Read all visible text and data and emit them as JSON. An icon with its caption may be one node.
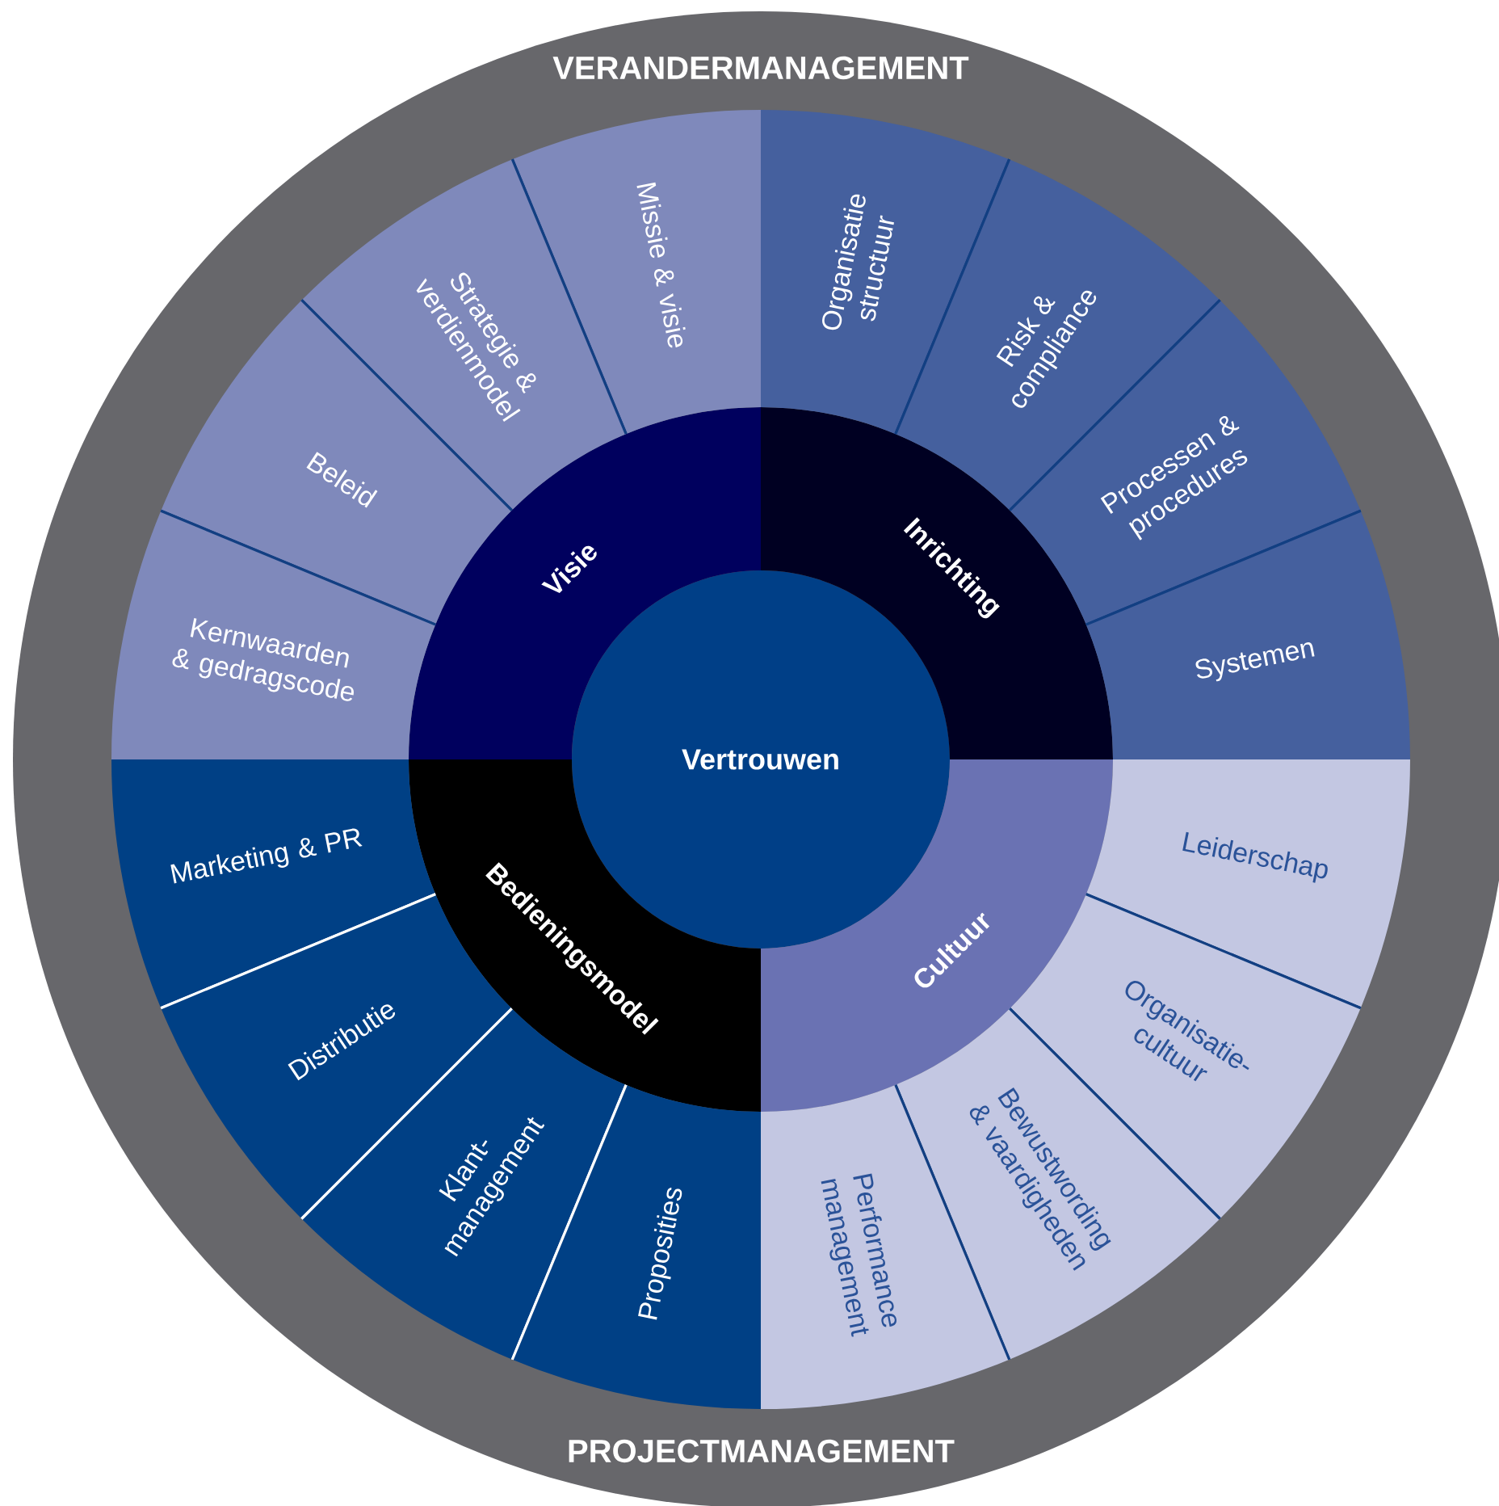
{
  "diagram": {
    "nodes": [
      {
        "text": [
          "VERANDERMANAGEMENT",
          "PROJECTMANAGEMENT"
        ]
      },
      {
        "text": [
          "Vertrouwen"
        ],
        "in": 0
      },
      {
        "text": [
          "Visie"
        ],
        "in": 0
      },
      {
        "text": [
          "Inrichting"
        ],
        "in": 0
      },
      {
        "text": [
          "Cultuur"
        ],
        "in": 0
      },
      {
        "text": [
          "Bedieningsmodel"
        ],
        "in": 0
      },
      {
        "text": [
          "Missie & visie"
        ],
        "in": 0
      },
      {
        "text": [
          "Strategie & verdienmodel"
        ],
        "in": 0
      },
      {
        "text": [
          "Beleid"
        ],
        "in": 0
      },
      {
        "text": [
          "Kernwaarden & gedragscode"
        ],
        "in": 0
      },
      {
        "text": [
          "Organisatie structuur"
        ],
        "in": 0
      },
      {
        "text": [
          "Risk & compliance"
        ],
        "in": 0
      },
      {
        "text": [
          "Processen & procedures"
        ],
        "in": 0
      },
      {
        "text": [
          "Systemen"
        ],
        "in": 0
      },
      {
        "text": [
          "Leiderschap"
        ],
        "in": 0
      },
      {
        "text": [
          "Organisatie-cultuur"
        ],
        "in": 0
      },
      {
        "text": [
          "Bewustwording & vaardigheden"
        ],
        "in": 0
      },
      {
        "text": [
          "Performance management"
        ],
        "in": 0
      },
      {
        "text": [
          "Marketing & PR"
        ],
        "in": 0
      },
      {
        "text": [
          "Distributie"
        ],
        "in": 0
      },
      {
        "text": [
          "Klant-management"
        ],
        "in": 0
      },
      {
        "text": [
          "Proposities"
        ],
        "in": 0
      }
    ]
  }
}
